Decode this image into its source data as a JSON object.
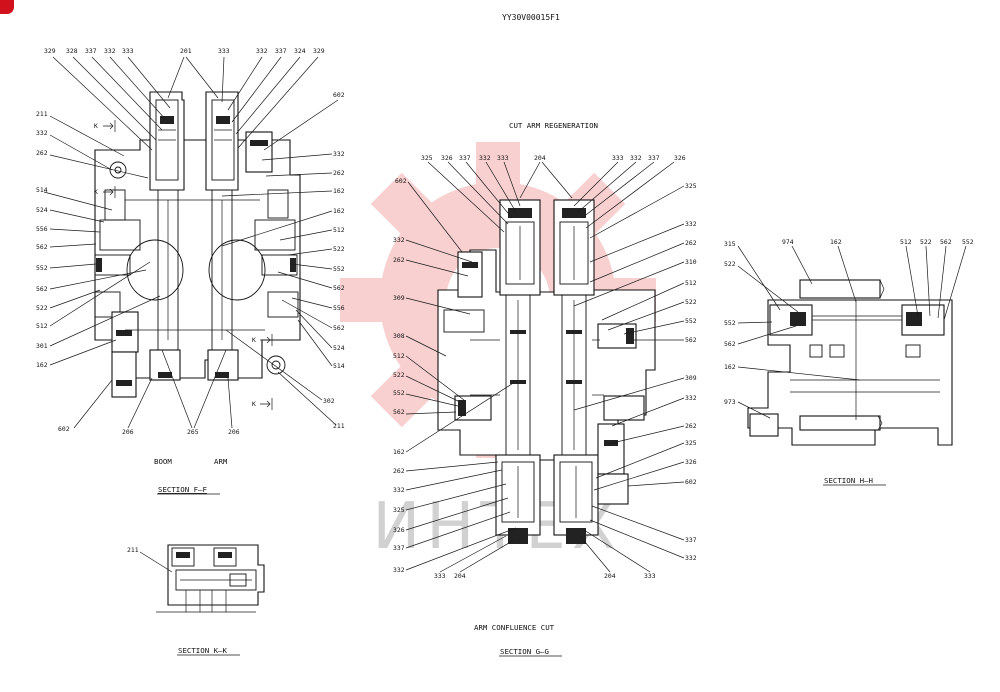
{
  "document_code": "YY30V00015F1",
  "watermark_text": "ИНТЕХ",
  "colors": {
    "ink": "#111111",
    "watermark": "#e83030",
    "watermark_text": "#7a7a7a",
    "corner_badge": "#d1121c"
  },
  "section_ff": {
    "title": "SECTION  F—F",
    "caption_boom": "BOOM",
    "caption_arm": "ARM",
    "labels": [
      "329",
      "328",
      "337",
      "332",
      "333",
      "201",
      "333",
      "332",
      "337",
      "324",
      "329",
      "602",
      "211",
      "332",
      "262",
      "514",
      "524",
      "556",
      "562",
      "552",
      "562",
      "522",
      "512",
      "301",
      "162",
      "602",
      "206",
      "265",
      "206",
      "332",
      "262",
      "162",
      "162",
      "512",
      "522",
      "552",
      "562",
      "556",
      "562",
      "524",
      "514",
      "302",
      "211",
      "K",
      "K",
      "K",
      "K"
    ]
  },
  "section_kk": {
    "title": "SECTION  K—K",
    "labels": [
      "211"
    ]
  },
  "section_gg": {
    "title": "SECTION  G—G",
    "top_caption": "CUT   ARM REGENERATION",
    "bottom_caption": "ARM CONFLUENCE   CUT",
    "labels": [
      "325",
      "326",
      "337",
      "332",
      "333",
      "204",
      "333",
      "332",
      "337",
      "326",
      "602",
      "325",
      "332",
      "262",
      "309",
      "308",
      "512",
      "522",
      "552",
      "562",
      "162",
      "262",
      "332",
      "325",
      "326",
      "337",
      "332",
      "333",
      "204",
      "332",
      "262",
      "310",
      "512",
      "522",
      "552",
      "562",
      "309",
      "332",
      "262",
      "325",
      "326",
      "602",
      "337",
      "332",
      "204",
      "333"
    ]
  },
  "section_hh": {
    "title": "SECTION  H—H",
    "labels": [
      "315",
      "974",
      "162",
      "512",
      "522",
      "562",
      "552",
      "522",
      "552",
      "562",
      "162",
      "973"
    ]
  }
}
